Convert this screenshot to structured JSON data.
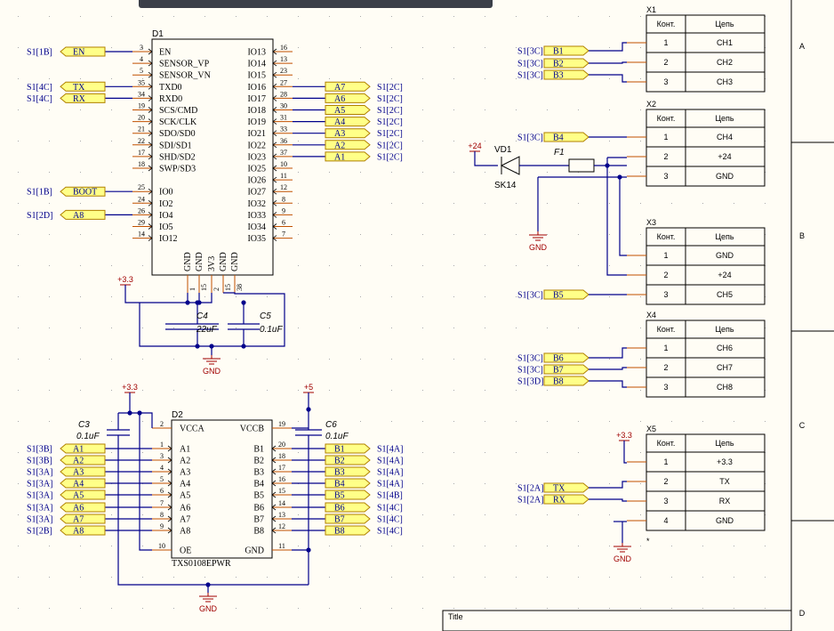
{
  "toolbar": {
    "label": ""
  },
  "border": {
    "zones": [
      "A",
      "B",
      "C",
      "D"
    ],
    "title_label": "Title"
  },
  "d1": {
    "ref": "D1",
    "left_pins": [
      {
        "num": "3",
        "name": "EN",
        "net": "S1[1B]",
        "port": "EN"
      },
      {
        "num": "4",
        "name": "SENSOR_VP",
        "net": "",
        "port": ""
      },
      {
        "num": "5",
        "name": "SENSOR_VN",
        "net": "",
        "port": ""
      },
      {
        "num": "35",
        "name": "TXD0",
        "net": "S1[4C]",
        "port": "TX"
      },
      {
        "num": "34",
        "name": "RXD0",
        "net": "S1[4C]",
        "port": "RX"
      },
      {
        "num": "19",
        "name": "SCS/CMD",
        "net": "",
        "port": ""
      },
      {
        "num": "20",
        "name": "SCK/CLK",
        "net": "",
        "port": ""
      },
      {
        "num": "21",
        "name": "SDO/SD0",
        "net": "",
        "port": ""
      },
      {
        "num": "22",
        "name": "SDI/SD1",
        "net": "",
        "port": ""
      },
      {
        "num": "17",
        "name": "SHD/SD2",
        "net": "",
        "port": ""
      },
      {
        "num": "18",
        "name": "SWP/SD3",
        "net": "",
        "port": ""
      },
      {
        "num": "",
        "name": "",
        "net": "",
        "port": ""
      },
      {
        "num": "25",
        "name": "IO0",
        "net": "S1[1B]",
        "port": "BOOT"
      },
      {
        "num": "24",
        "name": "IO2",
        "net": "",
        "port": ""
      },
      {
        "num": "26",
        "name": "IO4",
        "net": "S1[2D]",
        "port": "A8"
      },
      {
        "num": "29",
        "name": "IO5",
        "net": "",
        "port": ""
      },
      {
        "num": "14",
        "name": "IO12",
        "net": "",
        "port": ""
      }
    ],
    "right_pins": [
      {
        "num": "16",
        "name": "IO13",
        "net": "",
        "port": ""
      },
      {
        "num": "13",
        "name": "IO14",
        "net": "",
        "port": ""
      },
      {
        "num": "23",
        "name": "IO15",
        "net": "",
        "port": ""
      },
      {
        "num": "27",
        "name": "IO16",
        "net": "S1[2C]",
        "port": "A7"
      },
      {
        "num": "28",
        "name": "IO17",
        "net": "S1[2C]",
        "port": "A6"
      },
      {
        "num": "30",
        "name": "IO18",
        "net": "S1[2C]",
        "port": "A5"
      },
      {
        "num": "31",
        "name": "IO19",
        "net": "S1[2C]",
        "port": "A4"
      },
      {
        "num": "33",
        "name": "IO21",
        "net": "S1[2C]",
        "port": "A3"
      },
      {
        "num": "36",
        "name": "IO22",
        "net": "S1[2C]",
        "port": "A2"
      },
      {
        "num": "37",
        "name": "IO23",
        "net": "S1[2C]",
        "port": "A1"
      },
      {
        "num": "10",
        "name": "IO25",
        "net": "",
        "port": ""
      },
      {
        "num": "11",
        "name": "IO26",
        "net": "",
        "port": ""
      },
      {
        "num": "12",
        "name": "IO27",
        "net": "",
        "port": ""
      },
      {
        "num": "8",
        "name": "IO32",
        "net": "",
        "port": ""
      },
      {
        "num": "9",
        "name": "IO33",
        "net": "",
        "port": ""
      },
      {
        "num": "6",
        "name": "IO34",
        "net": "",
        "port": ""
      },
      {
        "num": "7",
        "name": "IO35",
        "net": "",
        "port": ""
      }
    ],
    "bottom_pins": [
      {
        "num": "1",
        "name": "GND"
      },
      {
        "num": "15",
        "name": "GND"
      },
      {
        "num": "2",
        "name": "3V3"
      },
      {
        "num": "15",
        "name": "GND"
      },
      {
        "num": "38",
        "name": "GND"
      }
    ],
    "power": "+3.3",
    "gnd": "GND",
    "c4": {
      "ref": "C4",
      "value": "22uF"
    },
    "c5": {
      "ref": "C5",
      "value": "0.1uF"
    }
  },
  "d2": {
    "ref": "D2",
    "part": "TXS0108EPWR",
    "left_pins": [
      {
        "num": "2",
        "name": "VCCA",
        "net": "",
        "port": ""
      },
      {
        "num": "1",
        "name": "A1",
        "net": "S1[3B]",
        "port": "A1"
      },
      {
        "num": "3",
        "name": "A2",
        "net": "S1[3B]",
        "port": "A2"
      },
      {
        "num": "4",
        "name": "A3",
        "net": "S1[3A]",
        "port": "A3"
      },
      {
        "num": "5",
        "name": "A4",
        "net": "S1[3A]",
        "port": "A4"
      },
      {
        "num": "6",
        "name": "A5",
        "net": "S1[3A]",
        "port": "A5"
      },
      {
        "num": "7",
        "name": "A6",
        "net": "S1[3A]",
        "port": "A6"
      },
      {
        "num": "8",
        "name": "A7",
        "net": "S1[3A]",
        "port": "A7"
      },
      {
        "num": "9",
        "name": "A8",
        "net": "S1[2B]",
        "port": "A8"
      },
      {
        "num": "10",
        "name": "OE",
        "net": "",
        "port": ""
      }
    ],
    "right_pins": [
      {
        "num": "19",
        "name": "VCCB",
        "net": "",
        "port": ""
      },
      {
        "num": "20",
        "name": "B1",
        "net": "S1[4A]",
        "port": "B1"
      },
      {
        "num": "18",
        "name": "B2",
        "net": "S1[4A]",
        "port": "B2"
      },
      {
        "num": "17",
        "name": "B3",
        "net": "S1[4A]",
        "port": "B3"
      },
      {
        "num": "16",
        "name": "B4",
        "net": "S1[4A]",
        "port": "B4"
      },
      {
        "num": "15",
        "name": "B5",
        "net": "S1[4B]",
        "port": "B5"
      },
      {
        "num": "14",
        "name": "B6",
        "net": "S1[4C]",
        "port": "B6"
      },
      {
        "num": "13",
        "name": "B7",
        "net": "S1[4C]",
        "port": "B7"
      },
      {
        "num": "12",
        "name": "B8",
        "net": "S1[4C]",
        "port": "B8"
      },
      {
        "num": "11",
        "name": "GND",
        "net": "",
        "port": ""
      }
    ],
    "power_a": "+3.3",
    "power_b": "+5",
    "gnd": "GND",
    "c3": {
      "ref": "C3",
      "value": "0.1uF"
    },
    "c6": {
      "ref": "C6",
      "value": "0.1uF"
    }
  },
  "connectors": [
    {
      "ref": "X1",
      "head": [
        "Конт.",
        "Цепь"
      ],
      "rows": [
        [
          "1",
          "CH1"
        ],
        [
          "2",
          "CH2"
        ],
        [
          "3",
          "CH3"
        ]
      ],
      "ports": [
        {
          "row": 0,
          "net": "S1[3C]",
          "port": "B1"
        },
        {
          "row": 1,
          "net": "S1[3C]",
          "port": "B2"
        },
        {
          "row": 2,
          "net": "S1[3C]",
          "port": "B3"
        }
      ]
    },
    {
      "ref": "X2",
      "head": [
        "Конт.",
        "Цепь"
      ],
      "rows": [
        [
          "1",
          "CH4"
        ],
        [
          "2",
          "+24"
        ],
        [
          "3",
          "GND"
        ]
      ],
      "ports": [
        {
          "row": 0,
          "net": "S1[3C]",
          "port": "B4"
        }
      ]
    },
    {
      "ref": "X3",
      "head": [
        "Конт.",
        "Цепь"
      ],
      "rows": [
        [
          "1",
          "GND"
        ],
        [
          "2",
          "+24"
        ],
        [
          "3",
          "CH5"
        ]
      ],
      "ports": [
        {
          "row": 2,
          "net": "S1[3C]",
          "port": "B5"
        }
      ]
    },
    {
      "ref": "X4",
      "head": [
        "Конт.",
        "Цепь"
      ],
      "rows": [
        [
          "1",
          "CH6"
        ],
        [
          "2",
          "CH7"
        ],
        [
          "3",
          "CH8"
        ]
      ],
      "ports": [
        {
          "row": 0,
          "net": "S1[3C]",
          "port": "B6"
        },
        {
          "row": 1,
          "net": "S1[3C]",
          "port": "B7"
        },
        {
          "row": 2,
          "net": "S1[3D]",
          "port": "B8"
        }
      ]
    },
    {
      "ref": "X5",
      "head": [
        "Конт.",
        "Цепь"
      ],
      "rows": [
        [
          "1",
          "+3.3"
        ],
        [
          "2",
          "TX"
        ],
        [
          "3",
          "RX"
        ],
        [
          "4",
          "GND"
        ]
      ],
      "ports": [
        {
          "row": 1,
          "net": "S1[2A]",
          "port": "TX"
        },
        {
          "row": 2,
          "net": "S1[2A]",
          "port": "RX"
        }
      ]
    }
  ],
  "power_block": {
    "vd1": "VD1",
    "vd1_part": "SK14",
    "f1": "F1",
    "pwr": "+24",
    "gnd": "GND"
  },
  "x5_extra": {
    "pwr": "+3.3",
    "gnd": "GND",
    "mark": "*"
  }
}
